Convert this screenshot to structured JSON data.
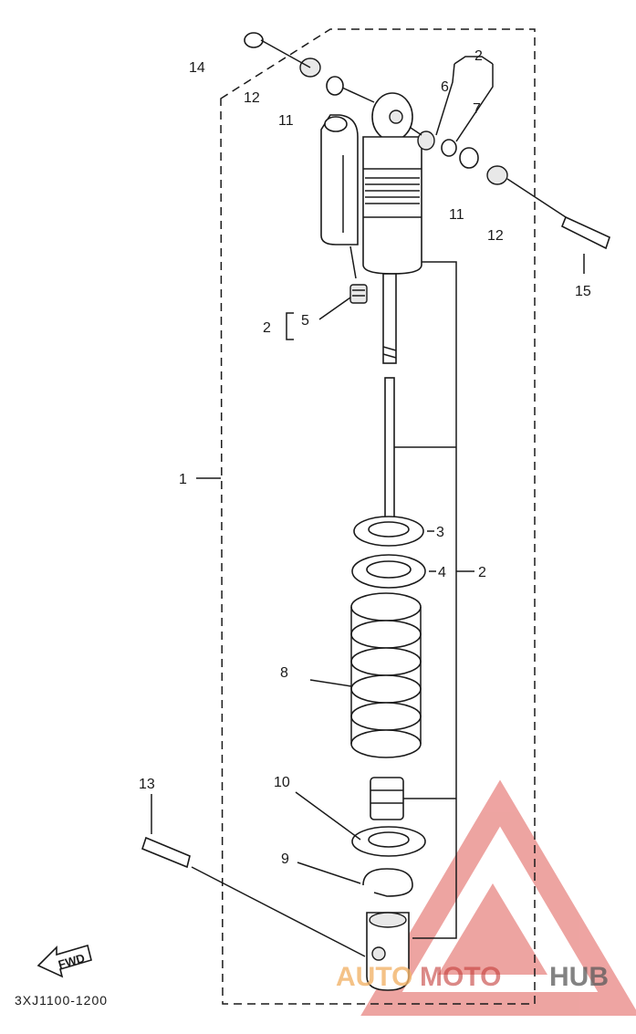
{
  "callouts": {
    "c1": "1",
    "c2_top": "2",
    "c2_left": "2",
    "c2_right": "2",
    "c3": "3",
    "c4": "4",
    "c5": "5",
    "c6": "6",
    "c7": "7",
    "c8": "8",
    "c9": "9",
    "c10": "10",
    "c11_left": "11",
    "c11_right": "11",
    "c12_left": "12",
    "c12_right": "12",
    "c13": "13",
    "c14": "14",
    "c15": "15"
  },
  "fwd_label": "FWD",
  "diagram_code": "3XJ1100-1200",
  "watermark": {
    "part_a": "AUTO",
    "part_b": "MOTO",
    "part_c": "HUB",
    "colors": {
      "auto": "#f2b36a",
      "moto": "#c43b38",
      "hub": "#5a5a5a",
      "logo": "#e05a55"
    }
  }
}
